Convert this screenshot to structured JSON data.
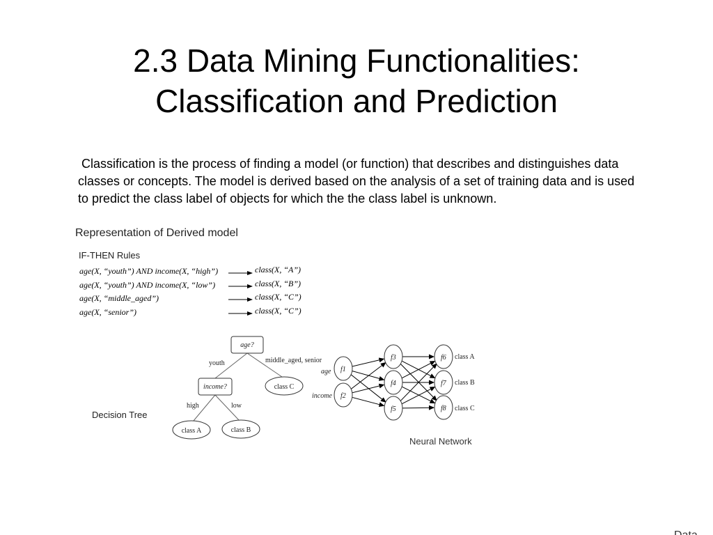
{
  "title_line1": "2.3 Data Mining Functionalities:",
  "title_line2": "Classification and Prediction",
  "body": "Classification is the process of finding a model (or function) that describes and distinguishes data classes or concepts. The model is derived based on the analysis of a set of training data and is used to predict the class label of objects for which the the class label is unknown.",
  "subheading": "Representation of Derived model",
  "rules_label": "IF-THEN Rules",
  "rules": [
    {
      "cond": "age(X, “youth”) AND income(X, “high”)",
      "result": "class(X, “A”)"
    },
    {
      "cond": "age(X, “youth”) AND income(X, “low”)",
      "result": "class(X, “B”)"
    },
    {
      "cond": "age(X, “middle_aged”)",
      "result": "class(X, “C”)"
    },
    {
      "cond": "age(X, “senior”)",
      "result": "class(X, “C”)"
    }
  ],
  "tree_label": "Decision Tree",
  "tree": {
    "root": "age?",
    "youth": "youth",
    "other": "middle_aged, senior",
    "income": "income?",
    "classC": "class C",
    "high": "high",
    "low": "low",
    "classA": "class A",
    "classB": "class B"
  },
  "nn_label": "Neural Network",
  "nn": {
    "age": "age",
    "income": "income",
    "f1": "f1",
    "f2": "f2",
    "f3": "f3",
    "f4": "f4",
    "f5": "f5",
    "f6": "f6",
    "f7": "f7",
    "f8": "f8",
    "outA": "class A",
    "outB": "class B",
    "outC": "class C"
  },
  "footer": "Data"
}
